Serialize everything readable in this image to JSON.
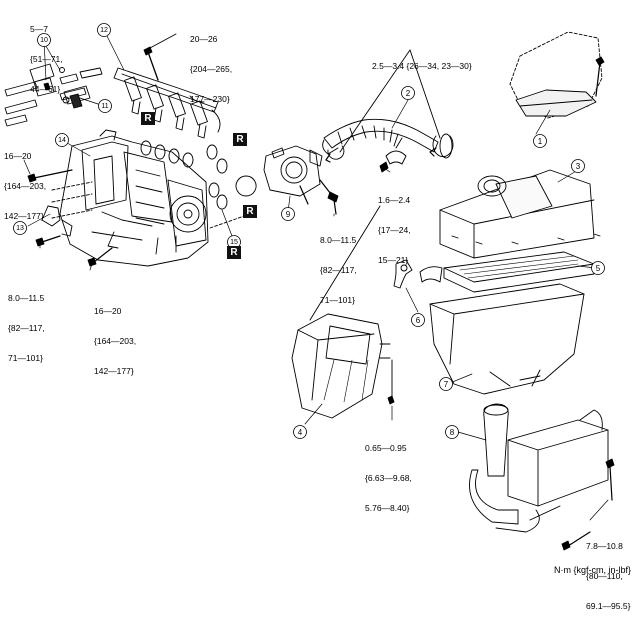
{
  "callouts": [
    {
      "id": "callout-1",
      "number": "1"
    },
    {
      "id": "callout-2",
      "number": "2"
    },
    {
      "id": "callout-3",
      "number": "3"
    },
    {
      "id": "callout-4",
      "number": "4"
    },
    {
      "id": "callout-5",
      "number": "5"
    },
    {
      "id": "callout-6",
      "number": "6"
    },
    {
      "id": "callout-7",
      "number": "7"
    },
    {
      "id": "callout-8",
      "number": "8"
    },
    {
      "id": "callout-9",
      "number": "9"
    },
    {
      "id": "callout-10",
      "number": "10"
    },
    {
      "id": "callout-11",
      "number": "11"
    },
    {
      "id": "callout-12",
      "number": "12"
    },
    {
      "id": "callout-13",
      "number": "13"
    },
    {
      "id": "callout-14",
      "number": "14"
    },
    {
      "id": "callout-15",
      "number": "15"
    }
  ],
  "torque_specs": {
    "injector_bolt": [
      "5—7",
      "{51—71,",
      "44—61}"
    ],
    "fuel_rail_bolt": [
      "20—26",
      "{204—265,",
      "177—230}"
    ],
    "air_hose_clamp": [
      "2.5—3.4 {26—34, 23—30}"
    ],
    "manifold_stud_left": [
      "16—20",
      "{164—203,",
      "142—177}"
    ],
    "manifold_bolt_lower": [
      "8.0—11.5",
      "{82—117,",
      "71—101}"
    ],
    "manifold_nut_lower": [
      "16—20",
      "{164—203,",
      "142—177}"
    ],
    "throttle_body_bolt": [
      "8.0—11.5",
      "{82—117,",
      "71—101}"
    ],
    "resonator_clamp": [
      "1.6—2.4",
      "{17—24,",
      "15—21}"
    ],
    "resonator_screw": [
      "0.65—0.95",
      "{6.63—9.68,",
      "5.76—8.40}"
    ],
    "bracket_bolt": [
      "7.8—10.8",
      "{80—110,",
      "69.1—95.5}"
    ]
  },
  "replace_badge": "R",
  "units_note": "N·m {kgf-cm, in-lbf}"
}
